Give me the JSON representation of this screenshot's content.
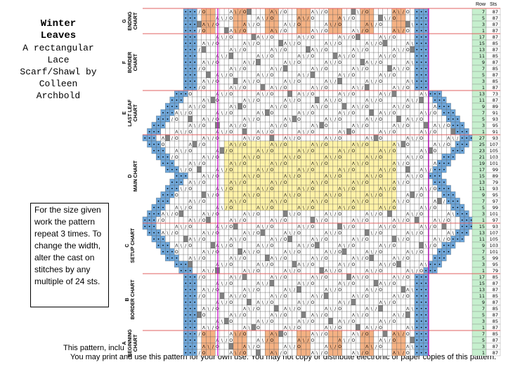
{
  "title": {
    "line1": "Winter",
    "line2": "Leaves",
    "line3": "A rectangular",
    "line4": "Lace",
    "line5": "Scarf/Shawl by",
    "line6": "Colleen",
    "line7": "Archbold"
  },
  "info": "For the size given work the pattern repeat 3 times. To change the width, alter the cast on stitches by any multiple of 24 sts.",
  "footer": {
    "copyright": "This pattern, inclu",
    "notice": "You may print and use this pattern for your own use. You may not copy or distribute electronic or paper copies of this pattern."
  },
  "headers": {
    "row": "Row",
    "sts": "Sts"
  },
  "sections": [
    {
      "id": "G",
      "label": "G\nENDING\nCHART"
    },
    {
      "id": "F",
      "label": "F\nBORDER\nCHART"
    },
    {
      "id": "E",
      "label": "E\nLAST LEAF\nCHART"
    },
    {
      "id": "D",
      "label": "D\nMAIN CHART"
    },
    {
      "id": "C",
      "label": "C\nSETUP CHART"
    },
    {
      "id": "B",
      "label": "B\nBORDER CHART"
    },
    {
      "id": "A",
      "label": "A\nBEGINNING\nCHART"
    }
  ],
  "legend_symbols": [
    "•",
    "O",
    "/",
    "\\",
    "Λ"
  ],
  "colors": {
    "border_blue": "#6fa8dc",
    "peach": "#f4b183",
    "yellow": "#fff2a8",
    "grey": "#808080",
    "green": "#c6efce",
    "magenta": "#cc00cc",
    "red": "#e06060"
  },
  "rows": [
    {
      "row": "7",
      "sts": "87"
    },
    {
      "row": "5",
      "sts": "87"
    },
    {
      "row": "3",
      "sts": "87"
    },
    {
      "row": "1",
      "sts": "87"
    },
    {
      "row": "17",
      "sts": "87"
    },
    {
      "row": "15",
      "sts": "85"
    },
    {
      "row": "13",
      "sts": "87"
    },
    {
      "row": "11",
      "sts": "85"
    },
    {
      "row": "9",
      "sts": "87"
    },
    {
      "row": "7",
      "sts": "85"
    },
    {
      "row": "5",
      "sts": "87"
    },
    {
      "row": "3",
      "sts": "85"
    },
    {
      "row": "1",
      "sts": "87"
    },
    {
      "row": "13",
      "sts": "73"
    },
    {
      "row": "11",
      "sts": "87"
    },
    {
      "row": "9",
      "sts": "89"
    },
    {
      "row": "7",
      "sts": "91"
    },
    {
      "row": "5",
      "sts": "93"
    },
    {
      "row": "3",
      "sts": "95"
    },
    {
      "row": "1",
      "sts": "91"
    },
    {
      "row": "27",
      "sts": "93"
    },
    {
      "row": "25",
      "sts": "107"
    },
    {
      "row": "23",
      "sts": "105"
    },
    {
      "row": "21",
      "sts": "103"
    },
    {
      "row": "19",
      "sts": "101"
    },
    {
      "row": "17",
      "sts": "99"
    },
    {
      "row": "15",
      "sts": "89"
    },
    {
      "row": "13",
      "sts": "79"
    },
    {
      "row": "11",
      "sts": "93"
    },
    {
      "row": "9",
      "sts": "95"
    },
    {
      "row": "7",
      "sts": "97"
    },
    {
      "row": "5",
      "sts": "99"
    },
    {
      "row": "3",
      "sts": "101"
    },
    {
      "row": "1",
      "sts": "97"
    },
    {
      "row": "15",
      "sts": "93"
    },
    {
      "row": "13",
      "sts": "107"
    },
    {
      "row": "11",
      "sts": "105"
    },
    {
      "row": "9",
      "sts": "103"
    },
    {
      "row": "7",
      "sts": "101"
    },
    {
      "row": "5",
      "sts": "99"
    },
    {
      "row": "3",
      "sts": "95"
    },
    {
      "row": "1",
      "sts": "79"
    },
    {
      "row": "17",
      "sts": "85"
    },
    {
      "row": "15",
      "sts": "87"
    },
    {
      "row": "13",
      "sts": "87"
    },
    {
      "row": "11",
      "sts": "85"
    },
    {
      "row": "9",
      "sts": "87"
    },
    {
      "row": "7",
      "sts": "85"
    },
    {
      "row": "5",
      "sts": "87"
    },
    {
      "row": "3",
      "sts": "85"
    },
    {
      "row": "1",
      "sts": "87"
    },
    {
      "row": "7",
      "sts": "85"
    },
    {
      "row": "5",
      "sts": "87"
    },
    {
      "row": "3",
      "sts": "87"
    },
    {
      "row": "1",
      "sts": "87"
    }
  ]
}
